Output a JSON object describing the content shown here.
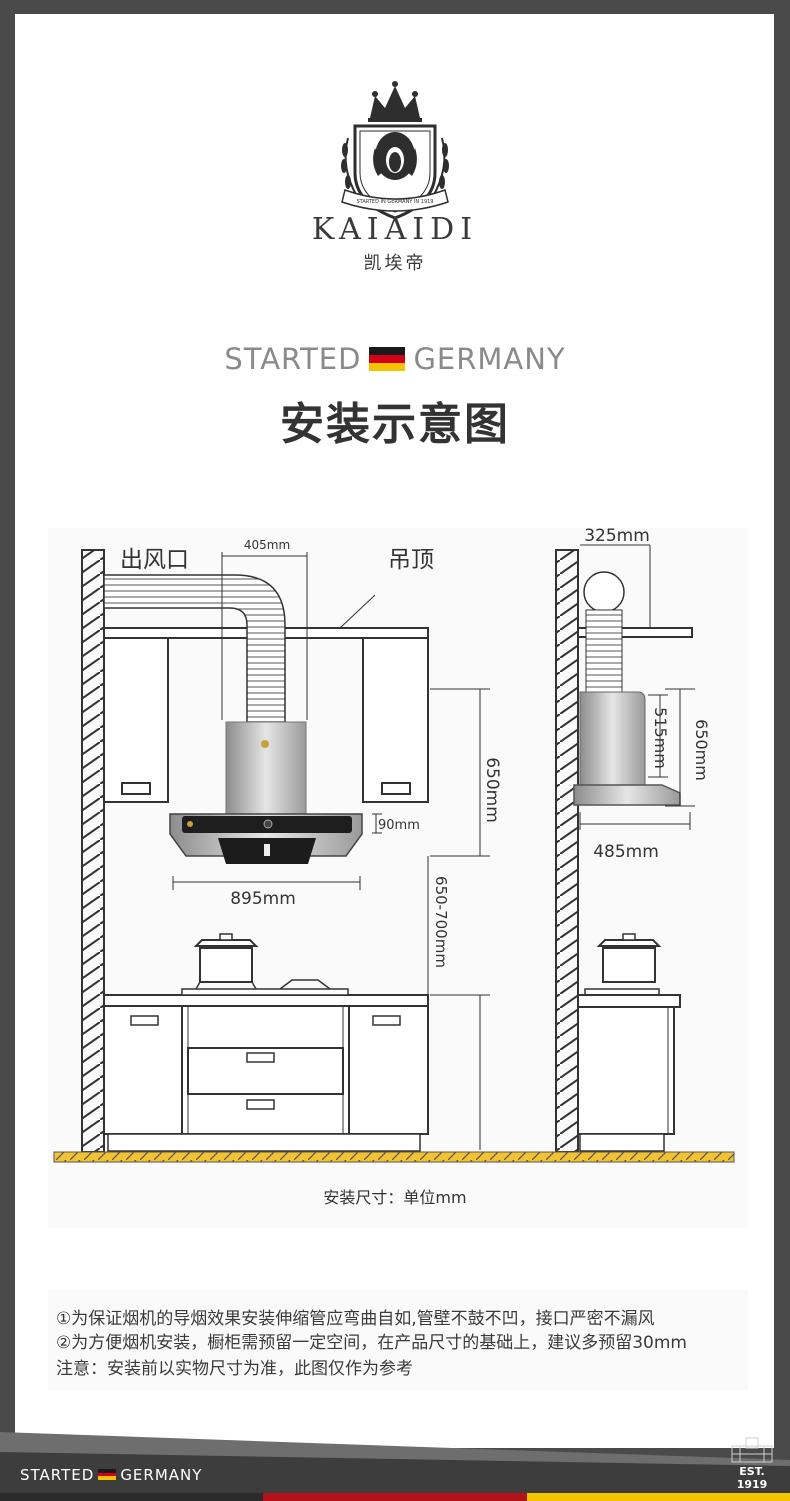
{
  "brand": {
    "name": "KAIAIDI",
    "name_cn": "凯埃帝",
    "badge_text": "STARTED IN GERMANY IN 1919"
  },
  "header": {
    "started_left": "STARTED",
    "started_right": "GERMANY",
    "title": "安装示意图"
  },
  "diagram": {
    "front": {
      "outlet_label": "出风口",
      "ceiling_label": "吊顶",
      "duct_offset": "405mm",
      "hood_width": "895mm",
      "panel_height": "90mm",
      "cabinet_to_hood": "650mm",
      "hood_to_stove": "650-700mm"
    },
    "side": {
      "top_depth": "325mm",
      "body_height": "515mm",
      "total_height": "650mm",
      "bottom_depth": "485mm"
    },
    "unit_note": "安装尺寸：单位mm"
  },
  "notes": [
    "①为保证烟机的导烟效果安装伸缩管应弯曲自如,管壁不鼓不凹，接口严密不漏风",
    "②为方便烟机安装，橱柜需预留一定空间，在产品尺寸的基础上，建议多预留30mm",
    "注意：安装前以实物尺寸为准，此图仅作为参考"
  ],
  "footer": {
    "started_left": "STARTED",
    "started_right": "GERMANY",
    "est": "EST. 1919"
  },
  "colors": {
    "frame": "#4a4a4a",
    "flag_black": "#1a1a1a",
    "flag_red": "#d4001a",
    "flag_gold": "#f5c400",
    "floor_yellow": "#f2c230",
    "footer_red": "#b3121d",
    "footer_gold": "#f3c400"
  }
}
